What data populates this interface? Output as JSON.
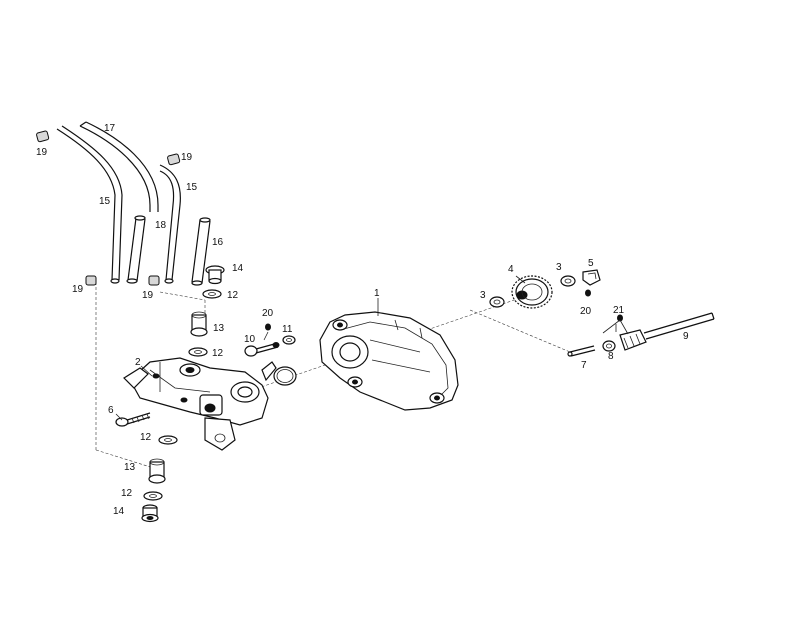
{
  "labels": {
    "l1": "1",
    "l2": "2",
    "l3a": "3",
    "l3b": "3",
    "l4": "4",
    "l5": "5",
    "l6": "6",
    "l7": "7",
    "l8": "8",
    "l9": "9",
    "l10": "10",
    "l11": "11",
    "l12a": "12",
    "l12b": "12",
    "l12c": "12",
    "l12d": "12",
    "l13a": "13",
    "l13b": "13",
    "l14a": "14",
    "l14b": "14",
    "l15a": "15",
    "l15b": "15",
    "l16": "16",
    "l17": "17",
    "l18": "18",
    "l19a": "19",
    "l19b": "19",
    "l19c": "19",
    "l19d": "19",
    "l20a": "20",
    "l20b": "20",
    "l21": "21"
  }
}
